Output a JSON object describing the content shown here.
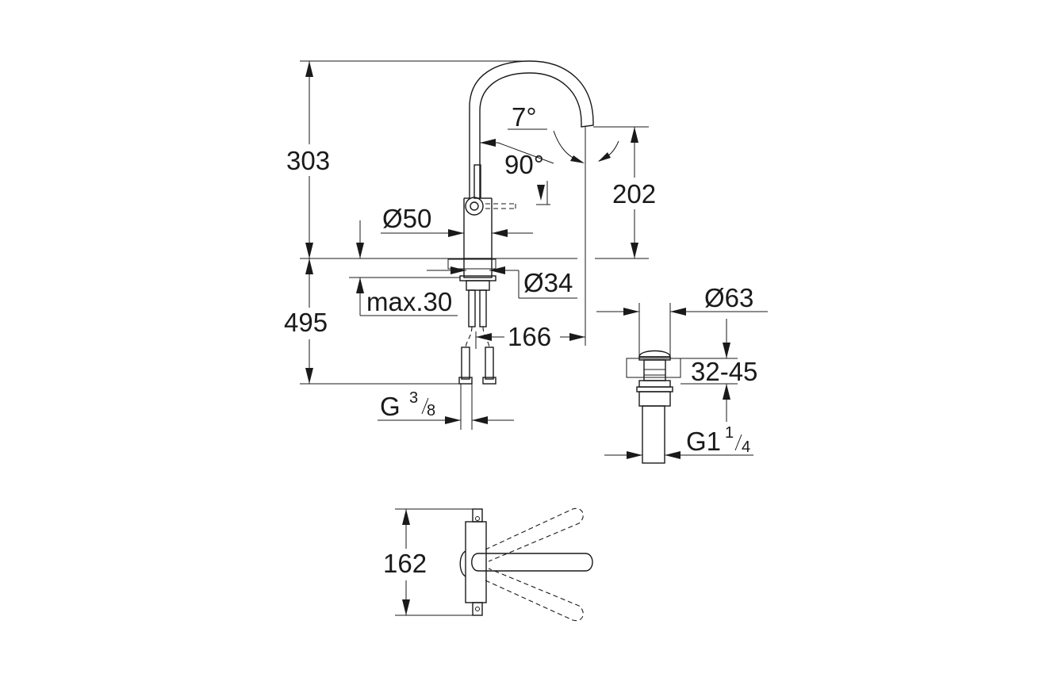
{
  "dimensions": {
    "height_total": "303",
    "spout_height": "202",
    "spout_rotation": "7°",
    "lever_angle": "90°",
    "body_diameter": "Ø50",
    "shank_diameter": "Ø34",
    "max_deck_thickness": "max.30",
    "reach": "166",
    "hose_length": "495",
    "hose_connection": {
      "base": "G",
      "num": "3",
      "den": "8"
    },
    "waste_diameter": "Ø63",
    "waste_range": "32-45",
    "waste_thread": {
      "base": "G1",
      "num": "1",
      "den": "4"
    },
    "lever_swing": "162"
  }
}
